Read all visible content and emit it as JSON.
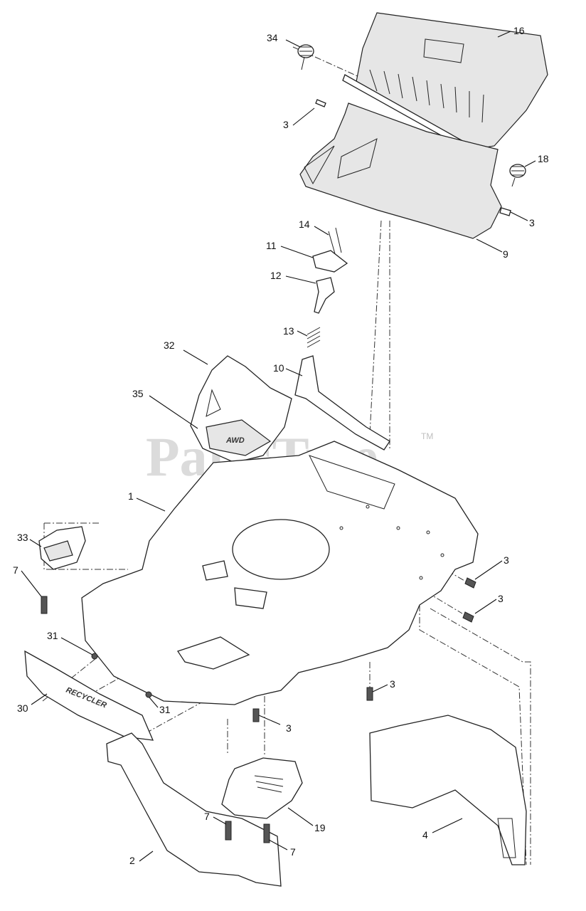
{
  "watermark": {
    "text": "PartsTree",
    "trademark": "TM"
  },
  "embossed": {
    "plate": "AWD",
    "bumper": "RECYCLER"
  },
  "callouts": [
    {
      "id": "c1",
      "label": "1"
    },
    {
      "id": "c2",
      "label": "2"
    },
    {
      "id": "c3a",
      "label": "3"
    },
    {
      "id": "c3b",
      "label": "3"
    },
    {
      "id": "c3c",
      "label": "3"
    },
    {
      "id": "c3d",
      "label": "3"
    },
    {
      "id": "c3e",
      "label": "3"
    },
    {
      "id": "c3f",
      "label": "3"
    },
    {
      "id": "c4",
      "label": "4"
    },
    {
      "id": "c7a",
      "label": "7"
    },
    {
      "id": "c7b",
      "label": "7"
    },
    {
      "id": "c7c",
      "label": "7"
    },
    {
      "id": "c9",
      "label": "9"
    },
    {
      "id": "c10",
      "label": "10"
    },
    {
      "id": "c11",
      "label": "11"
    },
    {
      "id": "c12",
      "label": "12"
    },
    {
      "id": "c13",
      "label": "13"
    },
    {
      "id": "c14",
      "label": "14"
    },
    {
      "id": "c16",
      "label": "16"
    },
    {
      "id": "c18",
      "label": "18"
    },
    {
      "id": "c19",
      "label": "19"
    },
    {
      "id": "c30",
      "label": "30"
    },
    {
      "id": "c31a",
      "label": "31"
    },
    {
      "id": "c31b",
      "label": "31"
    },
    {
      "id": "c32",
      "label": "32"
    },
    {
      "id": "c33",
      "label": "33"
    },
    {
      "id": "c34",
      "label": "34"
    },
    {
      "id": "c35",
      "label": "35"
    }
  ]
}
